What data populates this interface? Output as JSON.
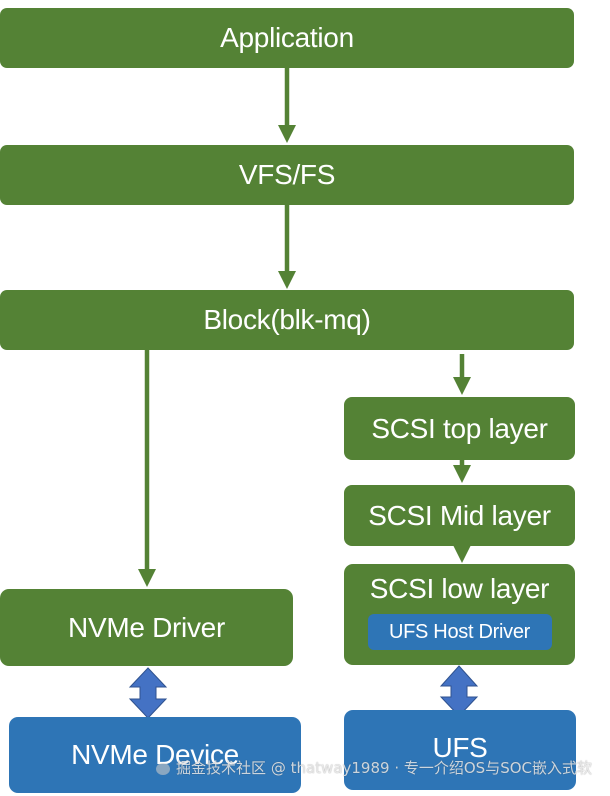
{
  "diagram": {
    "nodes": {
      "application": "Application",
      "vfs": "VFS/FS",
      "block": "Block(blk-mq)",
      "scsi_top": "SCSI top layer",
      "scsi_mid": "SCSI Mid layer",
      "scsi_low": "SCSI low layer",
      "ufs_host_driver": "UFS Host Driver",
      "nvme_driver": "NVMe Driver",
      "nvme_device": "NVMe Device",
      "ufs": "UFS"
    },
    "edges": [
      {
        "from": "application",
        "to": "vfs",
        "type": "arrow"
      },
      {
        "from": "vfs",
        "to": "block",
        "type": "arrow"
      },
      {
        "from": "block",
        "to": "nvme_driver",
        "type": "arrow"
      },
      {
        "from": "block",
        "to": "scsi_top",
        "type": "arrow"
      },
      {
        "from": "scsi_top",
        "to": "scsi_mid",
        "type": "arrow"
      },
      {
        "from": "scsi_mid",
        "to": "scsi_low",
        "type": "arrow"
      },
      {
        "from": "nvme_driver",
        "to": "nvme_device",
        "type": "bidirectional"
      },
      {
        "from": "scsi_low",
        "to": "ufs",
        "type": "bidirectional"
      }
    ]
  },
  "colors": {
    "software_layer": "#548235",
    "hardware": "#2e75b6",
    "arrow": "#548235",
    "bidirectional_arrow": "#4472c4"
  },
  "watermark": "掘金技术社区 @ thatway1989 · 专一介绍OS与SOC嵌入式软"
}
